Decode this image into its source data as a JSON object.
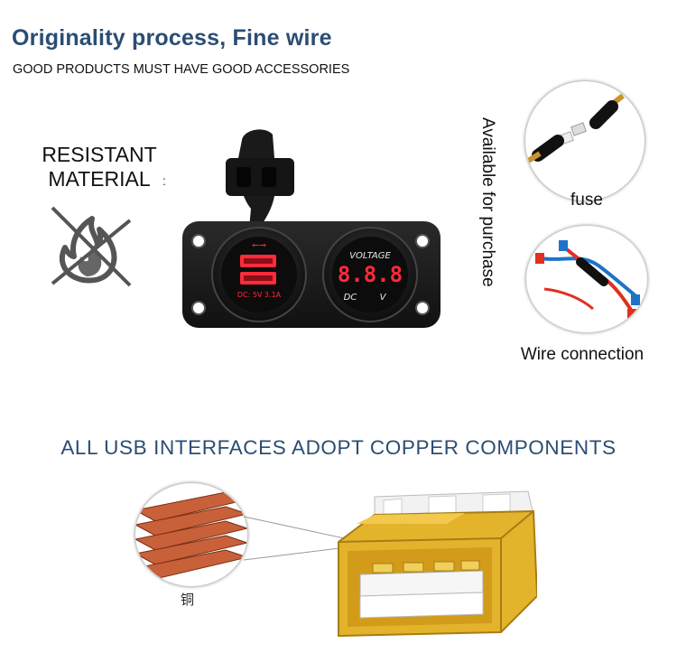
{
  "header": {
    "title": "Originality process, Fine wire",
    "subtitle": "GOOD PRODUCTS MUST HAVE GOOD ACCESSORIES"
  },
  "left_feature": {
    "label": "RESISTANT\nMATERIAL",
    "line1": "RESISTANT",
    "line2": "MATERIAL",
    "icon": "no-fire-icon"
  },
  "product": {
    "usb_socket_text": "DC: 5V 3.1A",
    "voltmeter_title": "VOLTAGE",
    "display_value": "8.8.8",
    "voltmeter_left": "DC",
    "voltmeter_right": "V"
  },
  "side_note": "Available for purchase",
  "accessories": [
    {
      "label": "fuse"
    },
    {
      "label": "Wire connection"
    }
  ],
  "copper_section": {
    "heading": "ALL USB INTERFACES ADOPT COPPER COMPONENTS",
    "copper_label": "铜"
  },
  "colors": {
    "title_blue": "#2b4d73",
    "panel_black": "#1b1b1b",
    "led_red": "#ff2a3a",
    "copper": "#c8603a",
    "gold": "#e4b32c"
  }
}
